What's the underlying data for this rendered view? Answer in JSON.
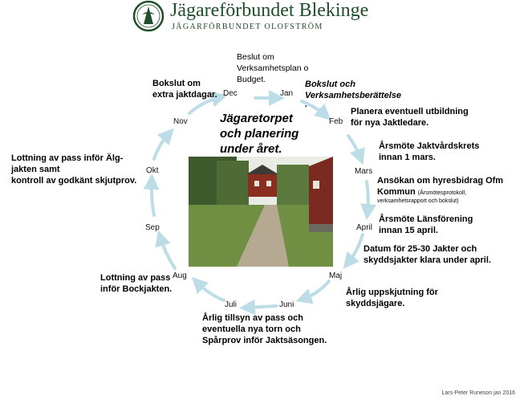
{
  "header": {
    "title": "Jägareförbundet Blekinge",
    "subtitle": "JÄGARFÖRBUNDET OLOFSTRÖM",
    "logo_icon": "hunters-association-logo-icon"
  },
  "center_title": [
    "Jägaretorpet",
    "och planering",
    "under året."
  ],
  "months": {
    "jan": "Jan",
    "feb": "Feb",
    "mars": "Mars",
    "april": "April",
    "maj": "Maj",
    "juni": "Juni",
    "juli": "Juli",
    "aug": "Aug",
    "sep": "Sep",
    "okt": "Okt",
    "nov": "Nov",
    "dec": "Dec"
  },
  "notes": {
    "dec_jan_top": [
      "Beslut om",
      "Verksamhetsplan o",
      "Budget."
    ],
    "jan_right": [
      "Bokslut och",
      "Verksamhetsberättelse",
      "."
    ],
    "dec_left": [
      "Bokslut om",
      "extra jaktdagar."
    ],
    "feb": [
      "Planera eventuell utbildning",
      "för nya Jaktledare."
    ],
    "feb_mars": [
      "Årsmöte Jaktvårdskrets",
      "innan 1 mars."
    ],
    "mars": [
      "Ansökan om hyresbidrag Ofm",
      "Kommun"
    ],
    "mars_small": "(Årsmötesprotokoll,",
    "mars_small_2": "verksamhetsrapport och bokslut)",
    "april": [
      "Årsmöte Länsförening",
      "innan 15 april."
    ],
    "april_maj": [
      "Datum för 25-30 Jakter och",
      "skyddsjakter klara under april."
    ],
    "maj": [
      "Årlig uppskjutning för",
      "skyddsjägare."
    ],
    "juli_juni": [
      "Årlig tillsyn av pass och",
      "eventuella nya torn och",
      "Spårprov inför Jaktsäsongen."
    ],
    "aug": [
      "Lottning av pass",
      "inför Bockjakten."
    ],
    "okt": [
      "Lottning av pass inför Älg-",
      "jakten samt",
      "kontroll av godkänt skjutprov."
    ]
  },
  "colors": {
    "arrow": "#bcdde5",
    "brand_green": "#1f4f2a"
  },
  "credit": "Lars-Peter Runeson jan 2016"
}
